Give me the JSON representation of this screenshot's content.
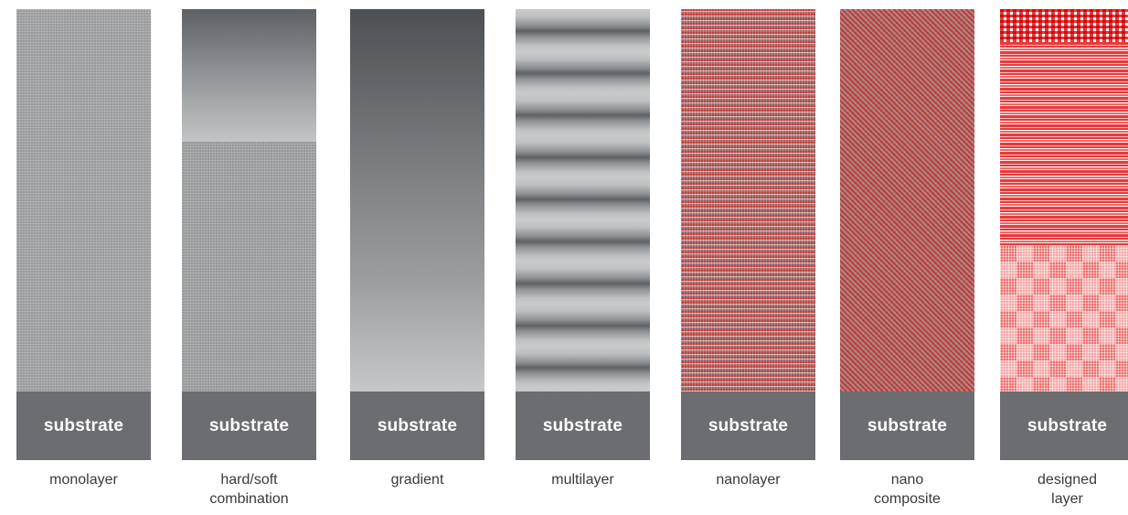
{
  "columns": [
    {
      "id": "monolayer",
      "substrate_label": "substrate",
      "caption": "monolayer"
    },
    {
      "id": "hard-soft-combination",
      "substrate_label": "substrate",
      "caption": "hard/soft\ncombination"
    },
    {
      "id": "gradient",
      "substrate_label": "substrate",
      "caption": "gradient"
    },
    {
      "id": "multilayer",
      "substrate_label": "substrate",
      "caption": "multilayer"
    },
    {
      "id": "nanolayer",
      "substrate_label": "substrate",
      "caption": "nanolayer"
    },
    {
      "id": "nano-composite",
      "substrate_label": "substrate",
      "caption": "nano\ncomposite"
    },
    {
      "id": "designed-layer",
      "substrate_label": "substrate",
      "caption": "designed\nlayer"
    }
  ],
  "colors": {
    "substrate": "#6c6d70",
    "coating_gray": "#a9abad",
    "coating_red": "#e43a3a",
    "caption_text": "#3a3a3a"
  }
}
